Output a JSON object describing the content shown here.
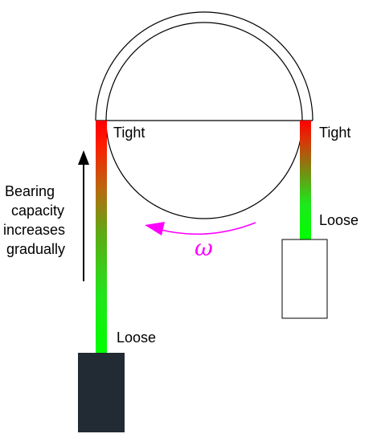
{
  "labels": {
    "tight_left": "Tight",
    "tight_right": "Tight",
    "loose_right": "Loose",
    "loose_left": "Loose",
    "omega": "ω",
    "bearing_lines": [
      "Bearing",
      "capacity",
      "increases",
      "gradually"
    ]
  },
  "colors": {
    "tight": "#ff0000",
    "loose": "#00ff00",
    "heavy_weight": "#222a33",
    "light_weight": "#ffffff",
    "rotation_arrow": "#ff00ff",
    "outline": "#000000"
  }
}
